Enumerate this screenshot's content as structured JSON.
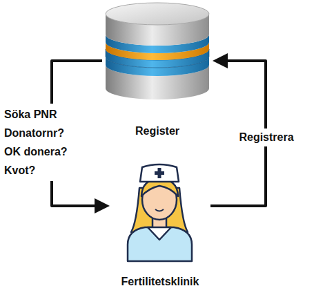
{
  "diagram": {
    "nodes": [
      {
        "text": [
          "Register"
        ]
      },
      {
        "text": [
          "Fertilitetsklinik"
        ]
      }
    ],
    "edges": [
      {
        "from": 0,
        "to": 1,
        "arrow": "to",
        "label": "Söka PNR Donatornr? OK donera? Kvot?"
      },
      {
        "from": 1,
        "to": 0,
        "arrow": "to",
        "label": "Registrera"
      }
    ]
  }
}
